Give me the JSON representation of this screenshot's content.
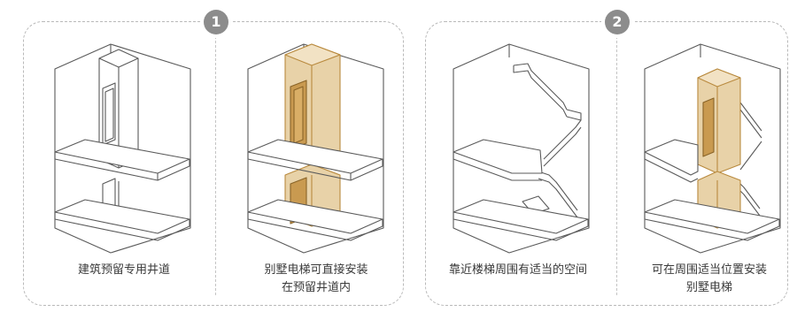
{
  "badges": {
    "group1": "1",
    "group2": "2"
  },
  "captions": {
    "panel1": {
      "line1": "建筑预留专用井道"
    },
    "panel2": {
      "line1": "别墅电梯可直接安装",
      "line2": "在预留井道内"
    },
    "panel3": {
      "line1": "靠近楼梯周围有适当的空间"
    },
    "panel4": {
      "line1": "可在周围适当位置安装",
      "line2": "别墅电梯"
    }
  },
  "colors": {
    "line": "#5a5a5a",
    "elevator_fill": "#e8d2a8",
    "elevator_dark": "#b98a3e",
    "badge": "#8c8c8c",
    "border": "#b9b9b9"
  }
}
